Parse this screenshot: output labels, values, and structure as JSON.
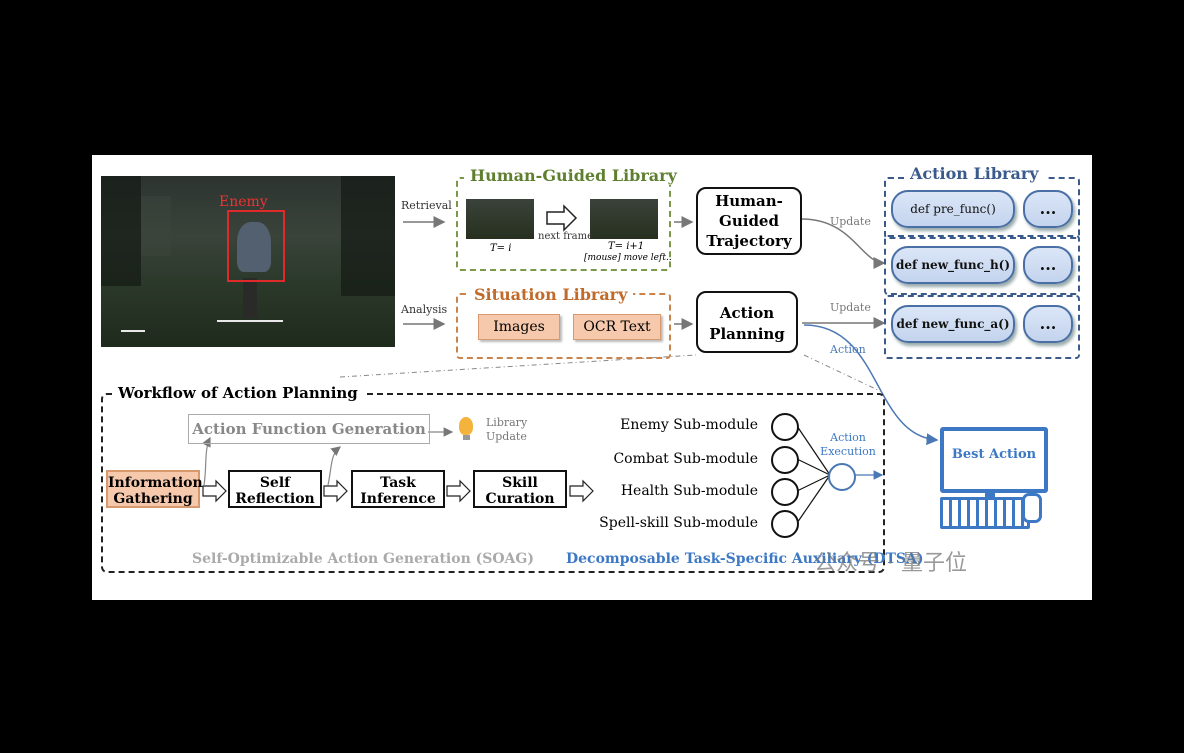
{
  "game": {
    "enemy_label": "Enemy"
  },
  "edges": {
    "retrieval": "Retrieval",
    "analysis": "Analysis",
    "update_top": "Update",
    "update_mid": "Update",
    "action": "Action",
    "next_frame": "next frame"
  },
  "human_guided_library": {
    "title": "Human-Guided Library",
    "frame_left_caption": "T= i",
    "frame_right_caption": "T= i+1",
    "frame_right_note": "[mouse] move left..",
    "title_color": "#5e7f2f"
  },
  "situation_library": {
    "title": "Situation Library",
    "items": [
      "Images",
      "OCR Text"
    ],
    "title_color": "#c06a2b"
  },
  "human_guided_trajectory": {
    "line1": "Human-",
    "line2": "Guided",
    "line3": "Trajectory"
  },
  "action_planning_box": {
    "line1": "Action",
    "line2": "Planning"
  },
  "action_library": {
    "title": "Action Library",
    "rows": [
      {
        "func": "def pre_func()",
        "more": "..."
      },
      {
        "func": "def new_func_h()",
        "more": "..."
      },
      {
        "func": "def new_func_a()",
        "more": "..."
      }
    ],
    "title_color": "#3b5a8c"
  },
  "best_action": {
    "label": "Best Action",
    "color": "#3c78c4"
  },
  "workflow": {
    "title": "Workflow of Action Planning",
    "action_function_generation": "Action Function Generation",
    "library_update_line1": "Library",
    "library_update_line2": "Update",
    "steps": [
      {
        "line1": "Information",
        "line2": "Gathering"
      },
      {
        "line1": "Self",
        "line2": "Reflection"
      },
      {
        "line1": "Task",
        "line2": "Inference"
      },
      {
        "line1": "Skill",
        "line2": "Curation"
      }
    ],
    "soag_label": "Self-Optimizable Action Generation (SOAG)",
    "dtsa_label": "Decomposable Task-Specific Auxiliary (DTSA)",
    "submodules": [
      "Enemy Sub-module",
      "Combat Sub-module",
      "Health Sub-module",
      "Spell-skill Sub-module"
    ],
    "action_execution_line1": "Action",
    "action_execution_line2": "Execution"
  },
  "watermark": "公众号 · 量子位"
}
